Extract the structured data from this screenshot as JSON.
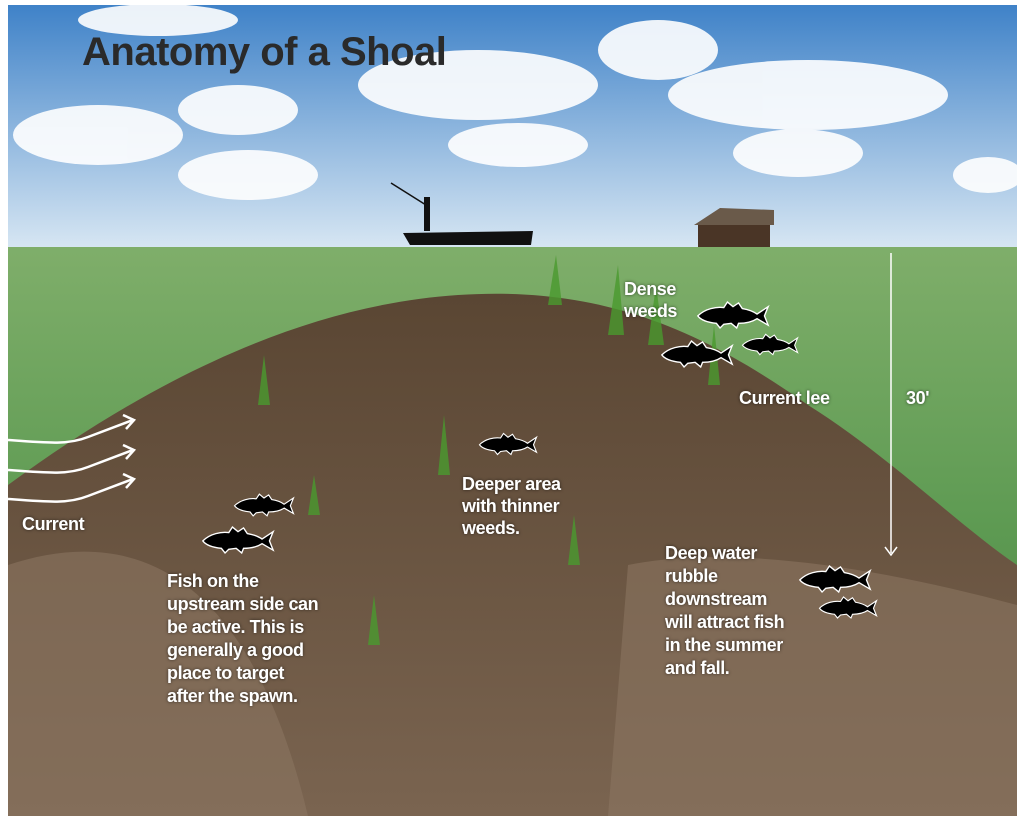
{
  "title": "Anatomy of a Shoal",
  "labels": {
    "dense_weeds": [
      "Dense",
      "weeds"
    ],
    "current_lee": "Current lee",
    "depth": "30'",
    "current": "Current",
    "deeper_area": [
      "Deeper area",
      "with thinner",
      "weeds."
    ],
    "upstream": [
      "Fish on the",
      "upstream side can",
      "be active. This is",
      "generally a good",
      "place to target",
      "after the spawn."
    ],
    "deep_water": [
      "Deep water",
      "rubble",
      "downstream",
      "will attract fish",
      "in the summer",
      "and fall."
    ]
  },
  "colors": {
    "sky_top": "#3f82c8",
    "sky_bottom": "#dbe9f4",
    "water": "#5d9a52",
    "mound": "#6b5540",
    "text": "#ffffff"
  }
}
